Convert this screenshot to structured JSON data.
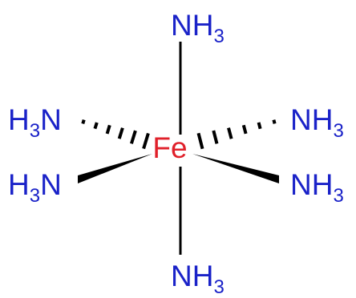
{
  "molecule": {
    "center": {
      "symbol": "Fe",
      "color": "#e0202a"
    },
    "ligand_color": "#1a22c8",
    "bond_color": "#000000",
    "ligands": [
      {
        "id": "top",
        "base": "NH",
        "sub": "3",
        "order": "suffix"
      },
      {
        "id": "bottom",
        "base": "NH",
        "sub": "3",
        "order": "suffix"
      },
      {
        "id": "upper-left",
        "pre": "H",
        "sub": "3",
        "post": "N",
        "order": "prefix"
      },
      {
        "id": "lower-left",
        "pre": "H",
        "sub": "3",
        "post": "N",
        "order": "prefix"
      },
      {
        "id": "upper-right",
        "base": "NH",
        "sub": "3",
        "order": "suffix"
      },
      {
        "id": "lower-right",
        "base": "NH",
        "sub": "3",
        "order": "suffix"
      }
    ],
    "bonds": [
      {
        "to": "top",
        "style": "plain"
      },
      {
        "to": "bottom",
        "style": "plain"
      },
      {
        "to": "upper-left",
        "style": "hashed-wedge"
      },
      {
        "to": "upper-right",
        "style": "hashed-wedge"
      },
      {
        "to": "lower-left",
        "style": "solid-wedge"
      },
      {
        "to": "lower-right",
        "style": "solid-wedge"
      }
    ]
  }
}
